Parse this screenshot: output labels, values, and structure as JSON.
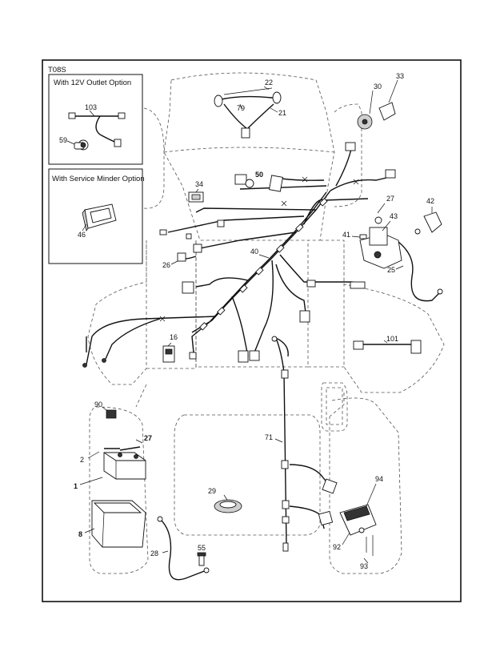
{
  "diagram_code": "T08S",
  "inset_12v": {
    "title": "With 12V Outlet Option",
    "labels": {
      "harness": "103",
      "outlet": "59"
    }
  },
  "inset_service": {
    "title": "With Service Minder Option",
    "labels": {
      "minder": "46"
    }
  },
  "callouts": {
    "c22": "22",
    "c21": "21",
    "c79": "79",
    "c30": "30",
    "c33": "33",
    "c34": "34",
    "c50": "50",
    "c27a": "27",
    "c42": "42",
    "c43": "43",
    "c41": "41",
    "c25": "25",
    "c26": "26",
    "c40": "40",
    "c16": "16",
    "c101": "101",
    "c90": "90",
    "c27b": "27",
    "c2": "2",
    "c1": "1",
    "c71": "71",
    "c29": "29",
    "c94": "94",
    "c8": "8",
    "c28": "28",
    "c55": "55",
    "c92": "92",
    "c93": "93"
  }
}
